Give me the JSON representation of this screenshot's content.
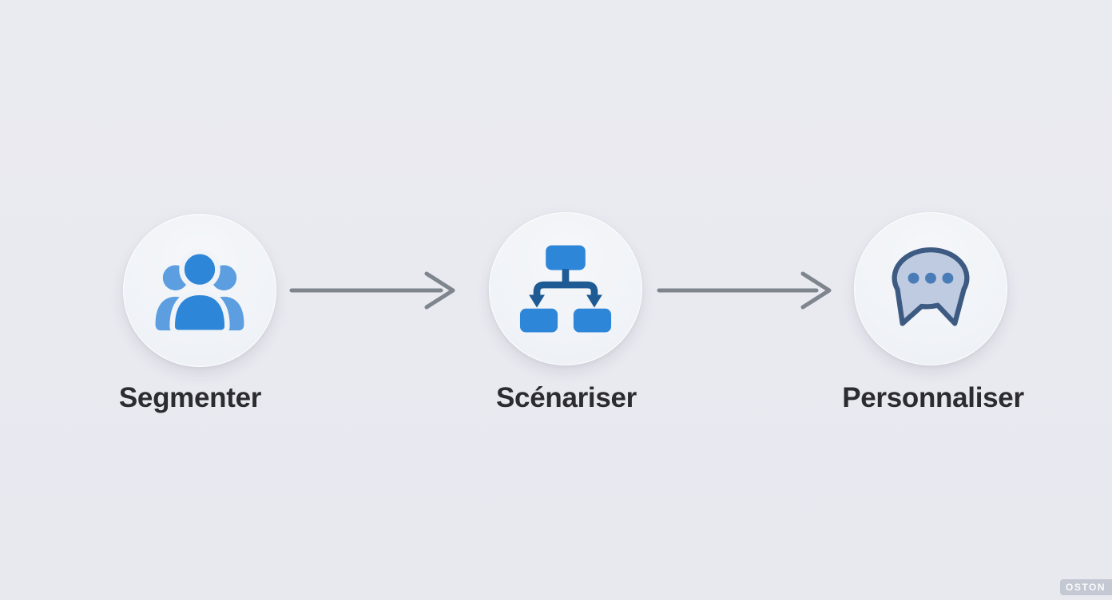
{
  "flow": {
    "steps": [
      {
        "label": "Segmenter",
        "icon": "users-icon"
      },
      {
        "label": "Scénariser",
        "icon": "flowchart-icon"
      },
      {
        "label": "Personnaliser",
        "icon": "chat-bubbles-icon"
      }
    ],
    "connector": "arrow-right"
  },
  "colors": {
    "background": "#E9E9F0",
    "circle_fill": "#F0F3F7",
    "primary_blue": "#2E86D9",
    "secondary_blue": "#5C9EE0",
    "dark_blue": "#1E5B94",
    "bubble_fill": "#BFCBE0",
    "bubble_stroke": "#3D5A82",
    "bubble_dots": "#4A7DB8",
    "arrow_gray": "#7E858D",
    "label_text": "#2B2B30"
  },
  "watermark": {
    "text": "OSTON"
  }
}
